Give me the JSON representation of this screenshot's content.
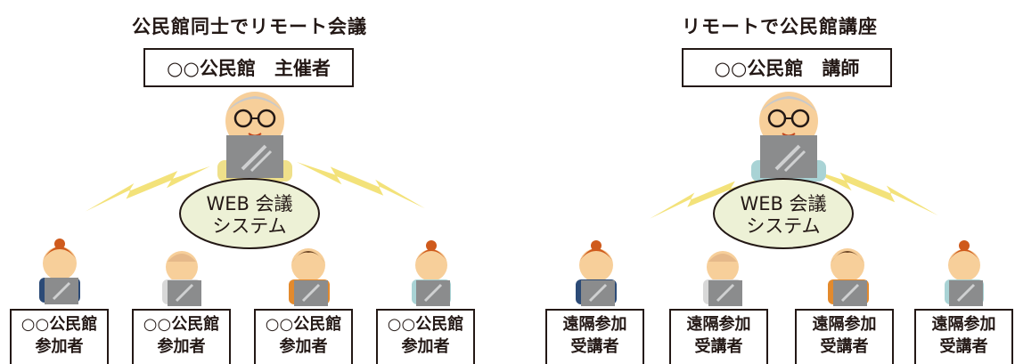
{
  "left": {
    "title": "公民館同士でリモート会議",
    "host_label": "○○公民館　主催者",
    "system": {
      "line1": "WEB 会議",
      "line2": "システム"
    },
    "participants": [
      {
        "line1": "○○公民館",
        "line2": "参加者"
      },
      {
        "line1": "○○公民館",
        "line2": "参加者"
      },
      {
        "line1": "○○公民館",
        "line2": "参加者"
      },
      {
        "line1": "○○公民館",
        "line2": "参加者"
      }
    ]
  },
  "right": {
    "title": "リモートで公民館講座",
    "host_label": "○○公民館　講師",
    "system": {
      "line1": "WEB 会議",
      "line2": "システム"
    },
    "participants": [
      {
        "line1": "遠隔参加",
        "line2": "受講者"
      },
      {
        "line1": "遠隔参加",
        "line2": "受講者"
      },
      {
        "line1": "遠隔参加",
        "line2": "受講者"
      },
      {
        "line1": "遠隔参加",
        "line2": "受講者"
      }
    ]
  },
  "colors": {
    "lightning": "#f3e27a",
    "ellipse_fill": "#edf1d6",
    "laptop": "#8b8c8d",
    "skin": "#f7cf9a",
    "hair_orange": "#cf5a1c",
    "hair_brown": "#6e4726",
    "shirt_navy": "#2c4b77",
    "shirt_orange": "#e38a2d",
    "shirt_teal": "#a9d3d5",
    "shirt_yellow": "#efe08a"
  }
}
